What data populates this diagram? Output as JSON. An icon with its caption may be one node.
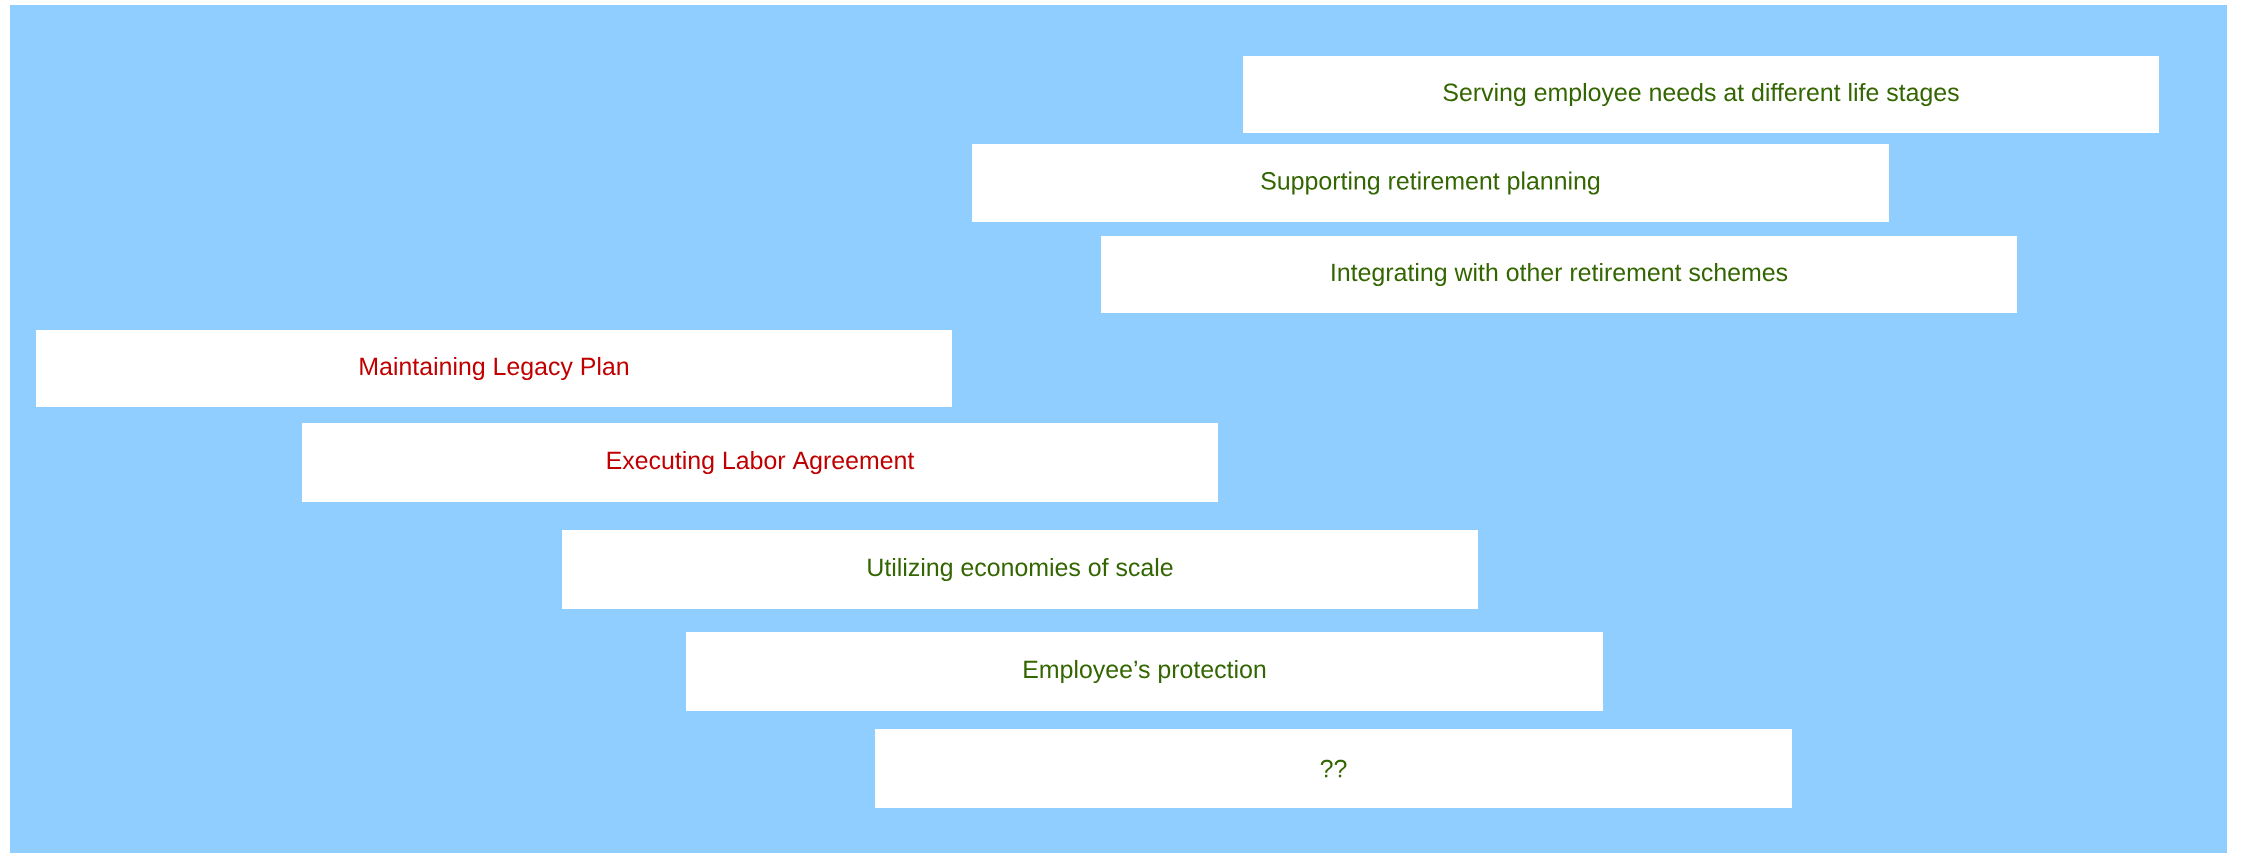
{
  "diagram": {
    "nodes": [
      {
        "text": [
          "Serving employee needs at different life stages"
        ]
      },
      {
        "text": [
          "Supporting retirement planning"
        ]
      },
      {
        "text": [
          "Integrating with other retirement schemes"
        ]
      },
      {
        "text": [
          "Maintaining Legacy Plan"
        ]
      },
      {
        "text": [
          "Executing Labor Agreement"
        ]
      },
      {
        "text": [
          "Utilizing economies of scale"
        ]
      },
      {
        "text": [
          "Employee’s protection"
        ]
      },
      {
        "text": [
          "??"
        ]
      }
    ]
  }
}
